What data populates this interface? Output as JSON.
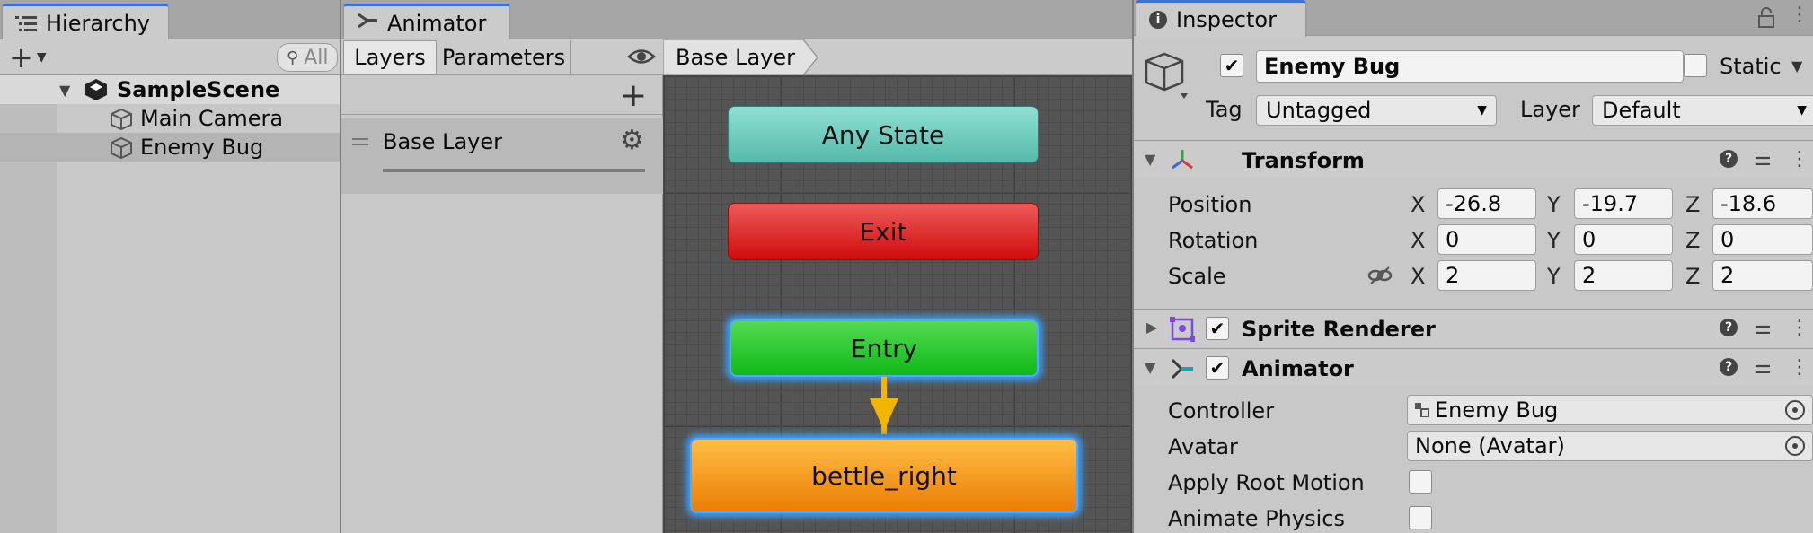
{
  "hierarchy": {
    "tab_label": "Hierarchy",
    "search_placeholder": "All",
    "scene_name": "SampleScene",
    "items": [
      {
        "label": "Main Camera"
      },
      {
        "label": "Enemy Bug"
      }
    ]
  },
  "animator": {
    "tab_label": "Animator",
    "sub_tabs": {
      "layers": "Layers",
      "parameters": "Parameters"
    },
    "breadcrumb": "Base Layer",
    "layer_name": "Base Layer",
    "states": {
      "any_state": "Any State",
      "exit": "Exit",
      "entry": "Entry",
      "default_state": "bettle_right"
    }
  },
  "inspector": {
    "tab_label": "Inspector",
    "object_name": "Enemy Bug",
    "static_label": "Static",
    "tag_label": "Tag",
    "tag_value": "Untagged",
    "layer_label": "Layer",
    "layer_value": "Default",
    "transform": {
      "title": "Transform",
      "position_label": "Position",
      "rotation_label": "Rotation",
      "scale_label": "Scale",
      "axis_x": "X",
      "axis_y": "Y",
      "axis_z": "Z",
      "position": {
        "x": "-26.8",
        "y": "-19.7",
        "z": "-18.6"
      },
      "rotation": {
        "x": "0",
        "y": "0",
        "z": "0"
      },
      "scale": {
        "x": "2",
        "y": "2",
        "z": "2"
      }
    },
    "sprite_renderer": {
      "title": "Sprite Renderer"
    },
    "animator_component": {
      "title": "Animator",
      "controller_label": "Controller",
      "controller_value": "Enemy Bug",
      "avatar_label": "Avatar",
      "avatar_value": "None (Avatar)",
      "apply_root_motion_label": "Apply Root Motion",
      "animate_physics_label": "Animate Physics"
    }
  },
  "colors": {
    "any_state": "#6cc9bb",
    "exit": "#dd1f1f",
    "entry": "#22c52b",
    "default_state": "#f4960f",
    "transition_arrow": "#f2b600",
    "selection_glow": "#3aa0ff"
  }
}
